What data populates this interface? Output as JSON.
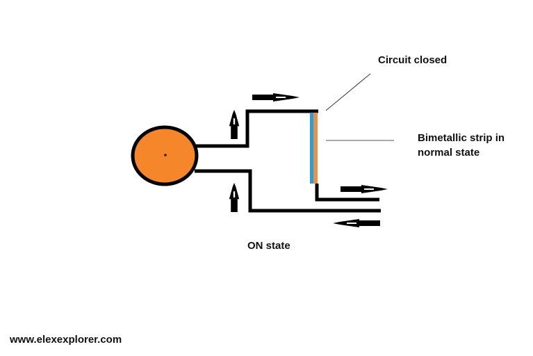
{
  "labels": {
    "circuit_closed": "Circuit closed",
    "bimetallic_line1": "Bimetallic strip in",
    "bimetallic_line2": "normal state",
    "state": "ON state",
    "website": "www.elexexplorer.com"
  },
  "colors": {
    "lamp": "#f5862a",
    "strip_blue": "#2a9fd6",
    "strip_orange": "#e8914a",
    "wire": "#000000"
  }
}
